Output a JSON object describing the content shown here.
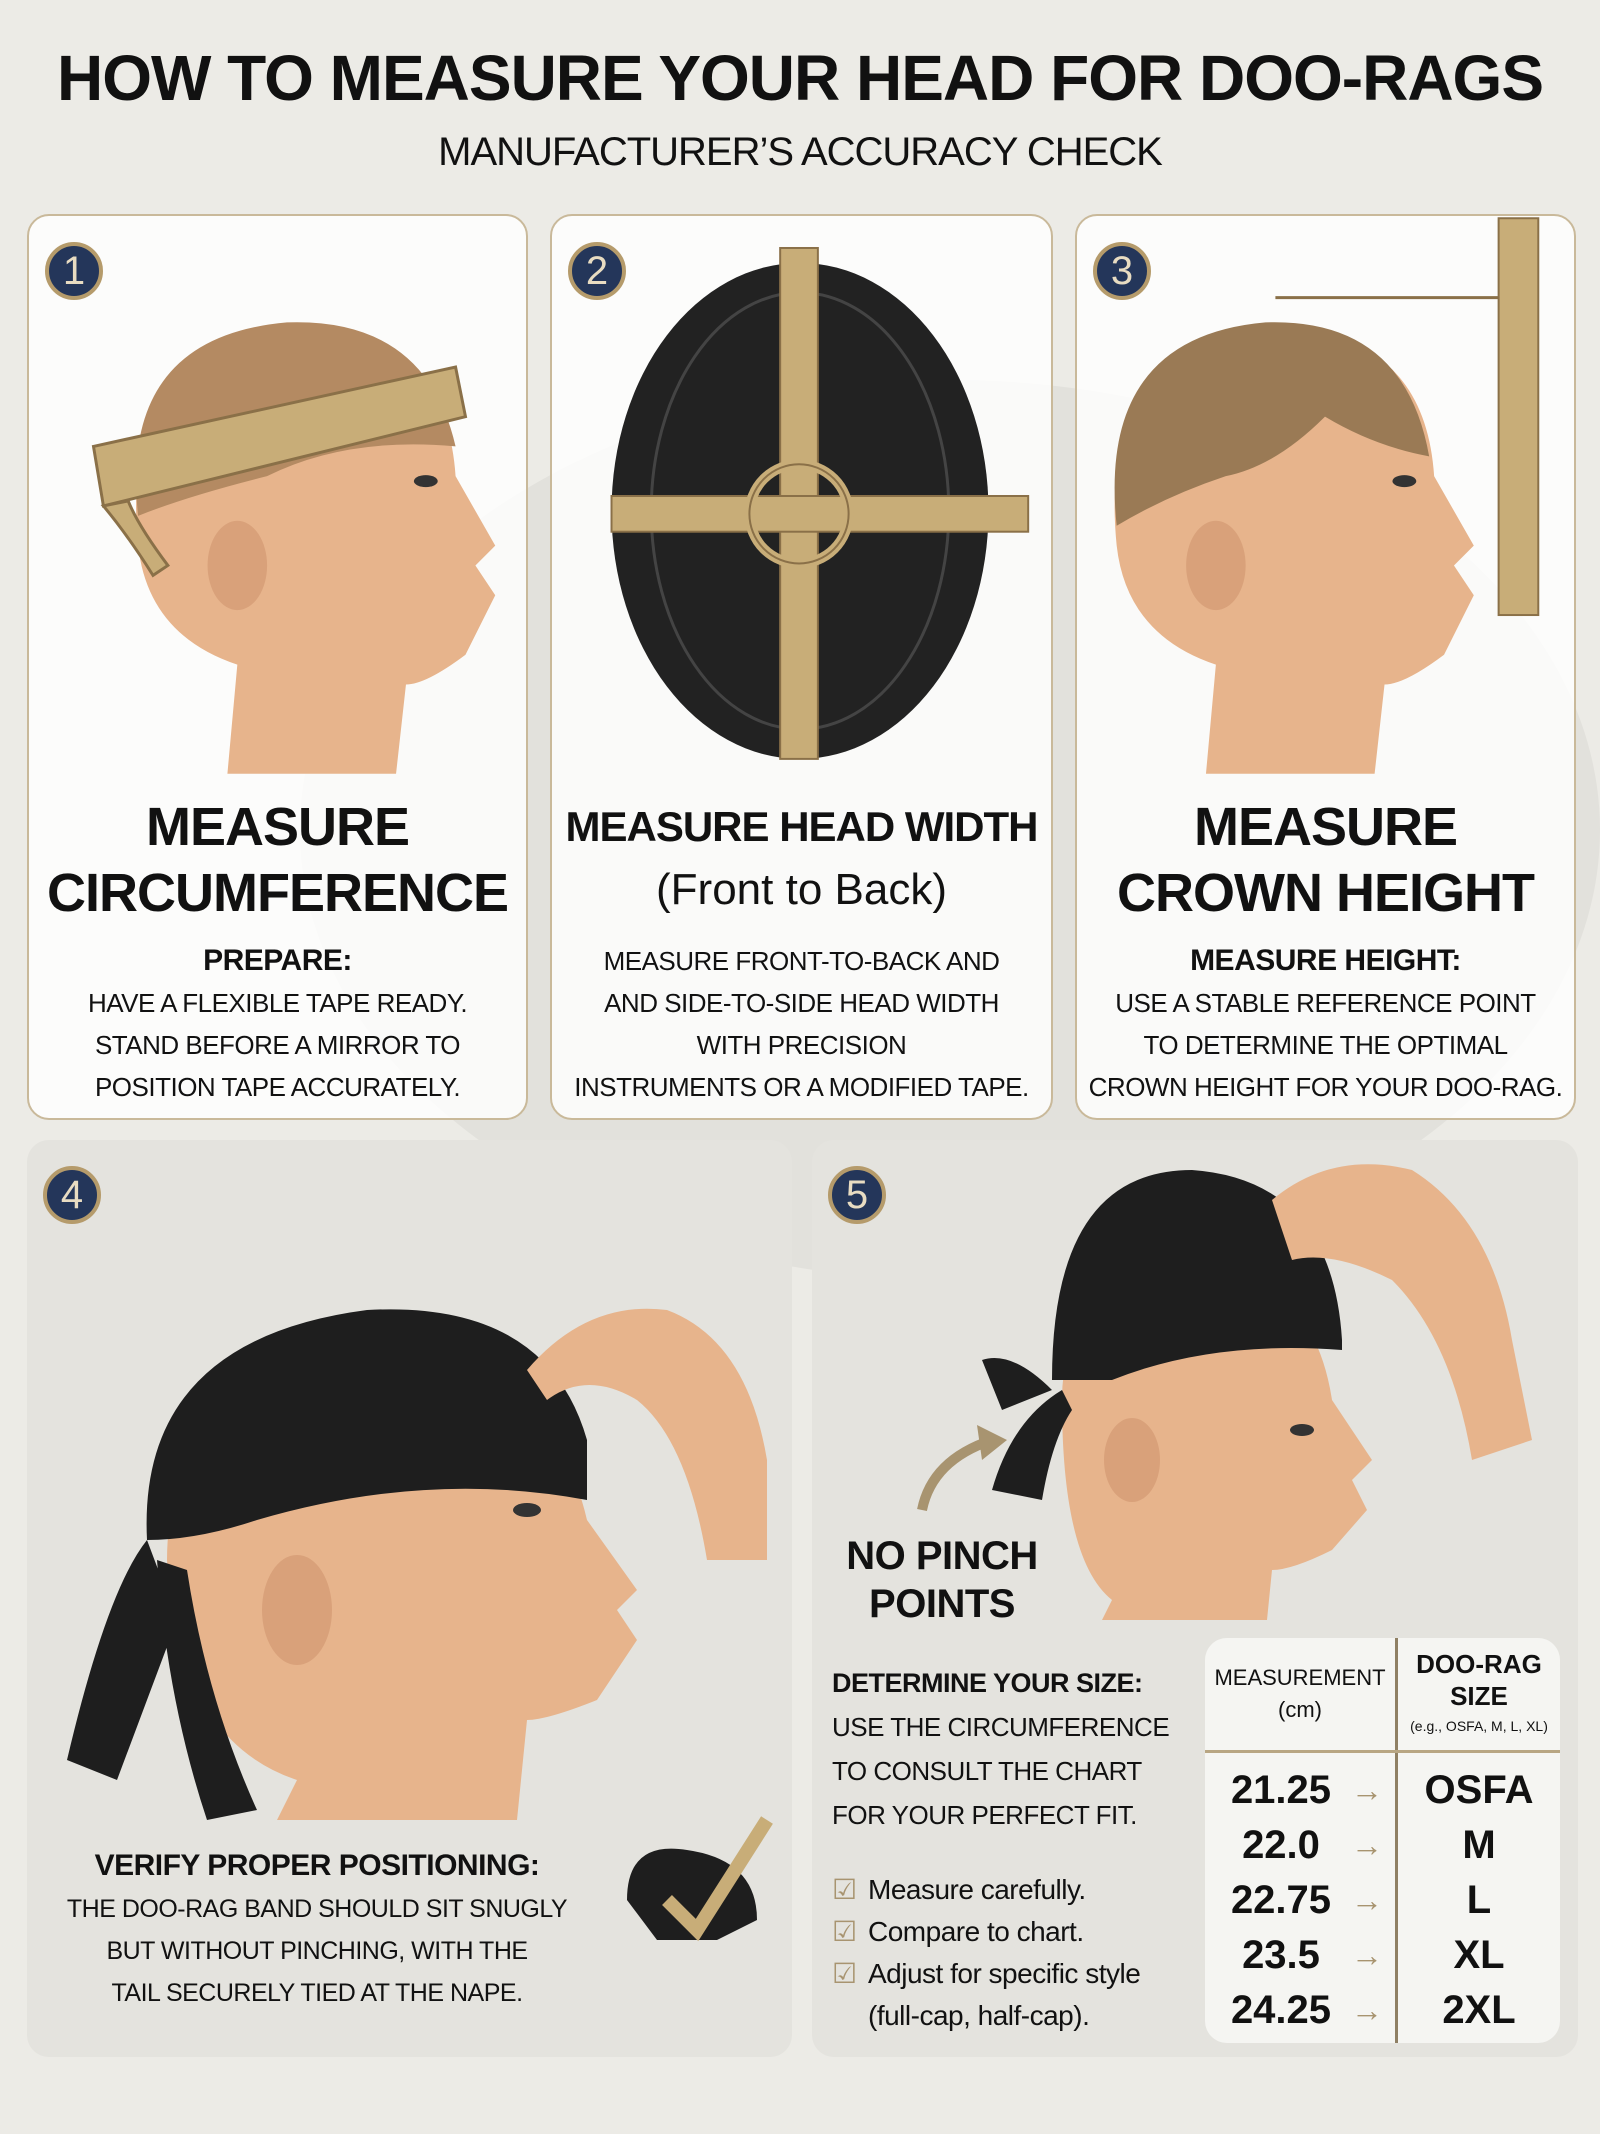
{
  "header": {
    "title": "HOW TO MEASURE YOUR HEAD FOR DOO-RAGS",
    "subtitle": "MANUFACTURER’S ACCURACY CHECK"
  },
  "steps": [
    {
      "number": "1",
      "title_line1": "MEASURE",
      "title_line2": "CIRCUMFERENCE",
      "label": "PREPARE:",
      "text": [
        "HAVE A FLEXIBLE TAPE READY.",
        "STAND BEFORE A MIRROR TO",
        "POSITION TAPE ACCURATELY."
      ]
    },
    {
      "number": "2",
      "title_line1": "MEASURE HEAD WIDTH",
      "title_line2": "(Front to Back)",
      "text": [
        "MEASURE FRONT-TO-BACK AND",
        "AND SIDE-TO-SIDE HEAD WIDTH",
        "WITH PRECISION",
        "INSTRUMENTS OR A MODIFIED TAPE."
      ]
    },
    {
      "number": "3",
      "title_line1": "MEASURE",
      "title_line2": "CROWN HEIGHT",
      "label": "MEASURE HEIGHT:",
      "text": [
        "USE A STABLE REFERENCE POINT",
        "TO DETERMINE THE OPTIMAL",
        "CROWN HEIGHT FOR YOUR DOO-RAG."
      ]
    },
    {
      "number": "4",
      "label": "VERIFY PROPER POSITIONING:",
      "text": [
        "THE DOO-RAG BAND SHOULD SIT SNUGLY",
        "BUT WITHOUT PINCHING, WITH THE",
        "TAIL SECURELY TIED AT THE NAPE."
      ]
    },
    {
      "number": "5",
      "callout": [
        "NO PINCH",
        "POINTS"
      ],
      "label": "DETERMINE YOUR SIZE:",
      "text": [
        "USE THE CIRCUMFERENCE",
        "TO CONSULT THE CHART",
        "FOR YOUR PERFECT FIT."
      ],
      "checklist": [
        "Measure carefully.",
        "Compare to chart.",
        "Adjust for specific style",
        "(full-cap, half-cap)."
      ]
    }
  ],
  "size_chart": {
    "col1_header": "MEASUREMENT",
    "col1_unit": "(cm)",
    "col2_header_line1": "DOO-RAG",
    "col2_header_line2": "SIZE",
    "col2_note": "(e.g., OSFA, M, L, XL)",
    "rows": [
      {
        "measurement": "21.25",
        "size": "OSFA"
      },
      {
        "measurement": "22.0",
        "size": "M"
      },
      {
        "measurement": "22.75",
        "size": "L"
      },
      {
        "measurement": "23.5",
        "size": "XL"
      },
      {
        "measurement": "24.25",
        "size": "2XL"
      }
    ],
    "arrow": "→"
  },
  "colors": {
    "navy": "#24365a",
    "gold": "#b59b6b",
    "tape": "#c8ad78",
    "skin": "#e7b48c",
    "cloth": "#1e1e1e"
  }
}
